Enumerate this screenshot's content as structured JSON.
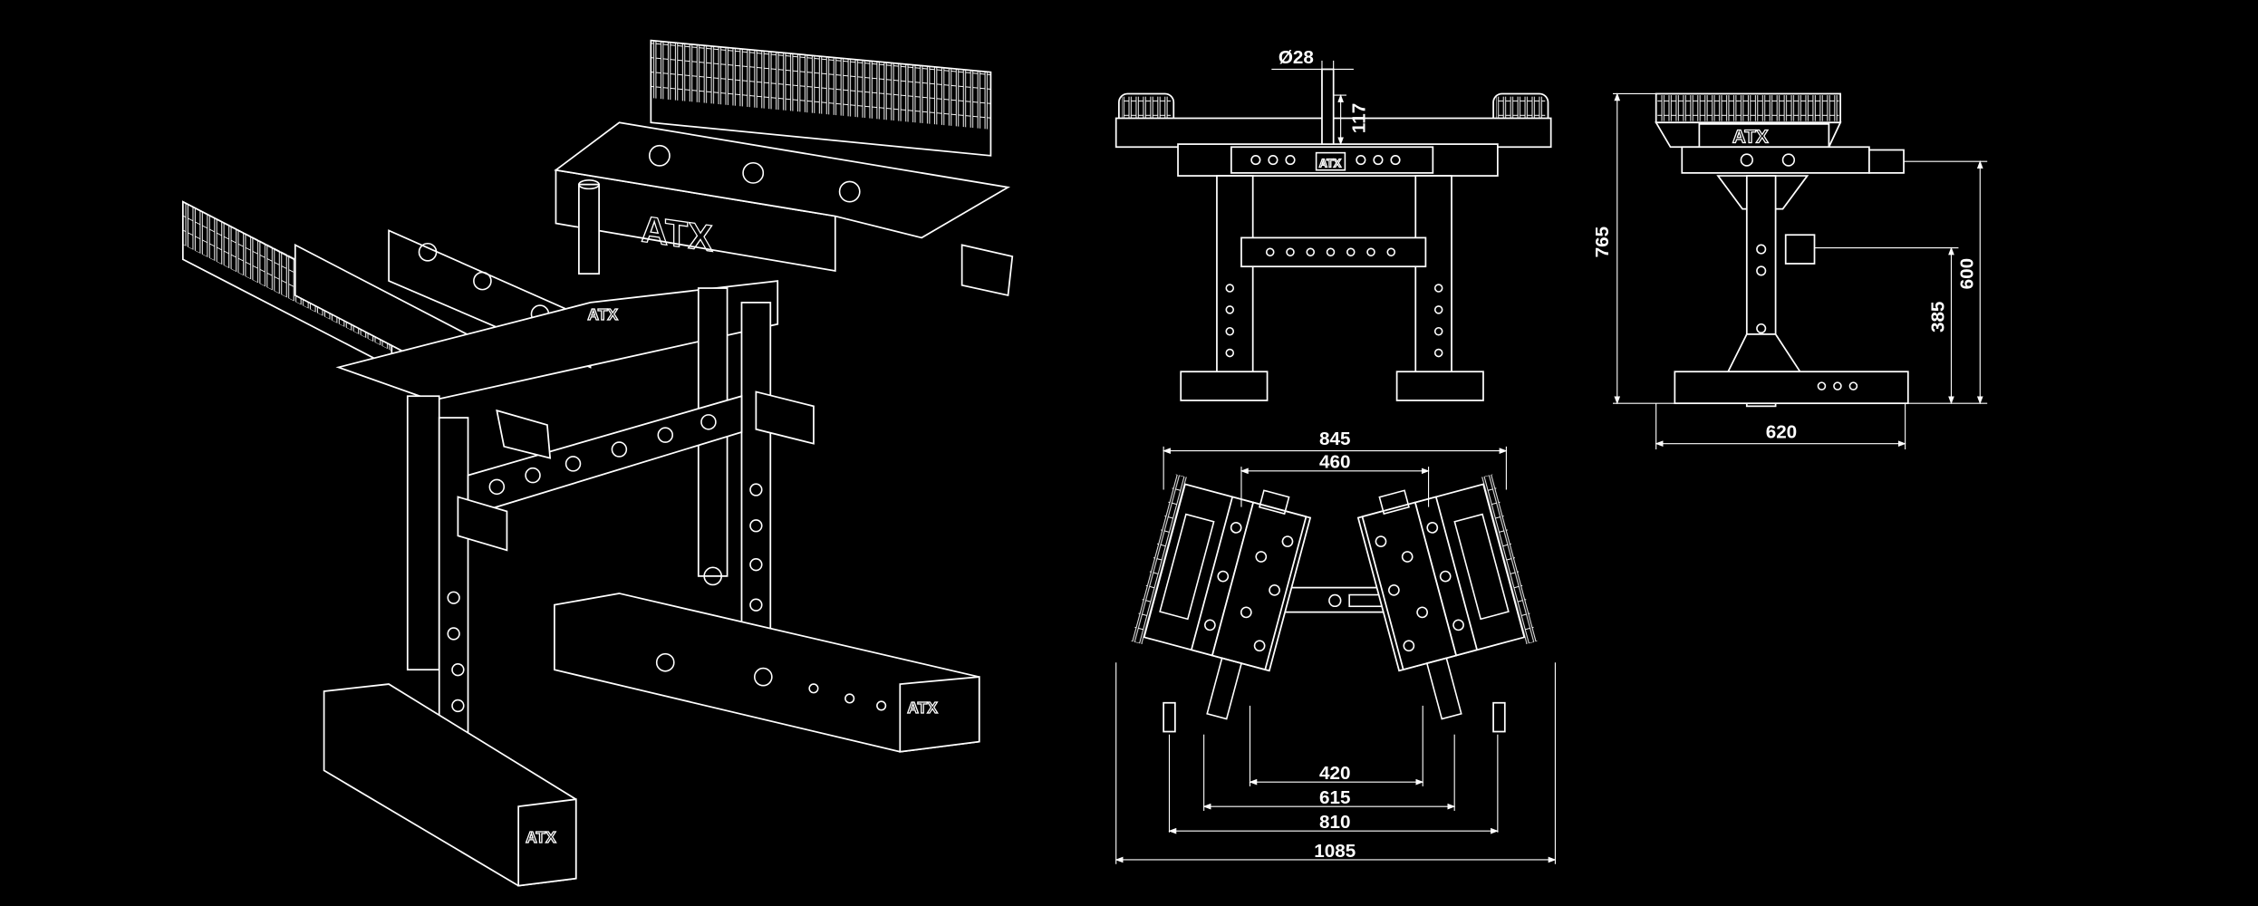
{
  "brand": {
    "logo_text": "ATX"
  },
  "colors": {
    "background": "#000000",
    "line": "#ffffff"
  },
  "front_view": {
    "pin_diameter": "Ø28",
    "pin_height": "117"
  },
  "side_view": {
    "total_height": "765",
    "upper_height": "600",
    "lower_height": "385",
    "depth": "620"
  },
  "top_view": {
    "outer_pad_width": "845",
    "inner_pad_width": "460",
    "inner_feet": "420",
    "feet_mid": "615",
    "feet_outer": "810",
    "overall_width": "1085"
  }
}
